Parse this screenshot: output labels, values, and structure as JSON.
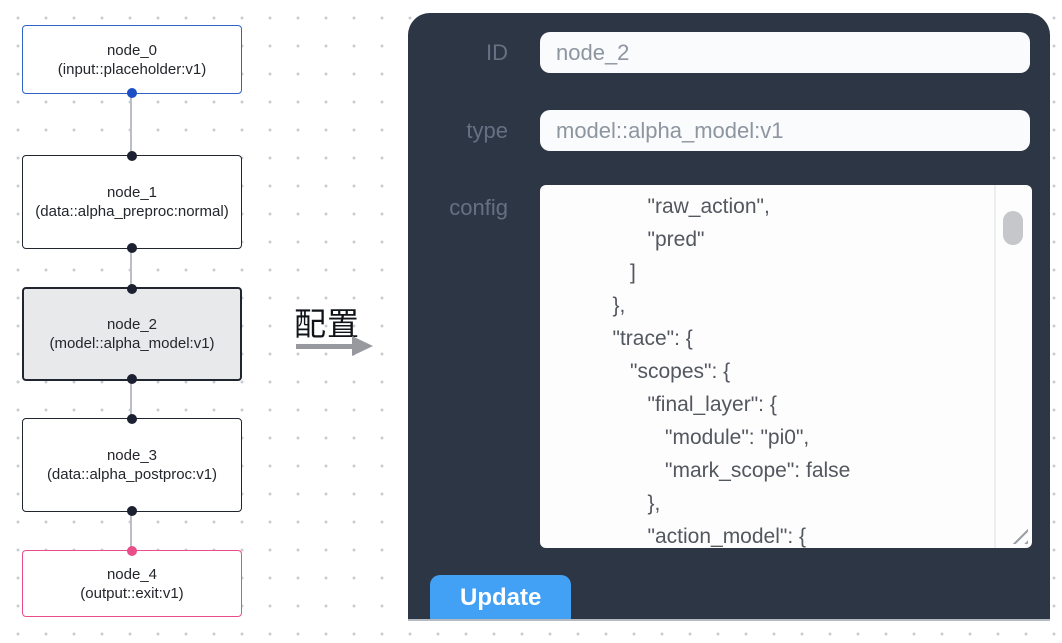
{
  "canvas": {
    "nodes": [
      {
        "title": "node_0",
        "subtitle": "(input::placeholder:v1)",
        "variant": "input"
      },
      {
        "title": "node_1",
        "subtitle": "(data::alpha_preproc:normal)",
        "variant": "default"
      },
      {
        "title": "node_2",
        "subtitle": "(model::alpha_model:v1)",
        "variant": "selected"
      },
      {
        "title": "node_3",
        "subtitle": "(data::alpha_postproc:v1)",
        "variant": "default"
      },
      {
        "title": "node_4",
        "subtitle": "(output::exit:v1)",
        "variant": "output"
      }
    ]
  },
  "transition": {
    "label": "配置",
    "arrow_icon": "right-arrow"
  },
  "panel": {
    "id_field": {
      "label": "ID",
      "value": "node_2"
    },
    "type_field": {
      "label": "type",
      "value": "model::alpha_model:v1"
    },
    "config_field": {
      "label": "config",
      "text": "               \"raw_action\",\n               \"pred\"\n            ]\n         },\n         \"trace\": {\n            \"scopes\": {\n               \"final_layer\": {\n                  \"module\": \"pi0\",\n                  \"mark_scope\": false\n               },\n               \"action_model\": {"
    },
    "update_button": "Update"
  },
  "colors": {
    "panel_bg": "#2d3645",
    "node_input_border": "#2f63c8",
    "node_output_border": "#e94d8a",
    "selected_node_bg": "#e8e9ea",
    "update_button_bg": "#42a0f5",
    "edge": "#bbbec4"
  }
}
